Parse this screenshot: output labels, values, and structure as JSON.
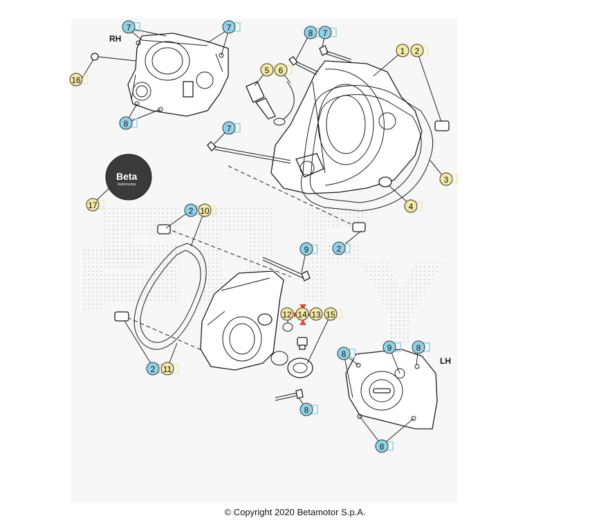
{
  "side_labels": {
    "rh": "RH",
    "lh": "LH"
  },
  "logo": {
    "brand": "Beta",
    "tagline": "motorcycles"
  },
  "copyright": "© Copyright 2020 Betamotor S.p.A.",
  "colors": {
    "callout_blue": "#8fd3e8",
    "callout_yellow": "#f2e9a2",
    "marker_red": "#e8443a",
    "dot_grid": "#c9c9c9",
    "panel_bg": "#f4f4f4"
  },
  "callouts": [
    {
      "number": "7",
      "color": "blue"
    },
    {
      "number": "7",
      "color": "blue"
    },
    {
      "number": "16",
      "color": "yellow"
    },
    {
      "number": "8",
      "color": "blue"
    },
    {
      "number": "8",
      "color": "blue"
    },
    {
      "number": "7",
      "color": "blue"
    },
    {
      "number": "5",
      "color": "yellow"
    },
    {
      "number": "6",
      "color": "yellow"
    },
    {
      "number": "1",
      "color": "yellow"
    },
    {
      "number": "2",
      "color": "yellow"
    },
    {
      "number": "7",
      "color": "blue"
    },
    {
      "number": "3",
      "color": "yellow"
    },
    {
      "number": "4",
      "color": "yellow"
    },
    {
      "number": "17",
      "color": "yellow"
    },
    {
      "number": "2",
      "color": "blue"
    },
    {
      "number": "10",
      "color": "yellow"
    },
    {
      "number": "2",
      "color": "blue"
    },
    {
      "number": "9",
      "color": "blue"
    },
    {
      "number": "12",
      "color": "yellow"
    },
    {
      "number": "14",
      "color": "yellow"
    },
    {
      "number": "13",
      "color": "yellow"
    },
    {
      "number": "15",
      "color": "yellow"
    },
    {
      "number": "2",
      "color": "blue"
    },
    {
      "number": "11",
      "color": "yellow"
    },
    {
      "number": "8",
      "color": "blue"
    },
    {
      "number": "8",
      "color": "blue"
    },
    {
      "number": "9",
      "color": "blue"
    },
    {
      "number": "8",
      "color": "blue"
    },
    {
      "number": "8",
      "color": "blue"
    }
  ]
}
